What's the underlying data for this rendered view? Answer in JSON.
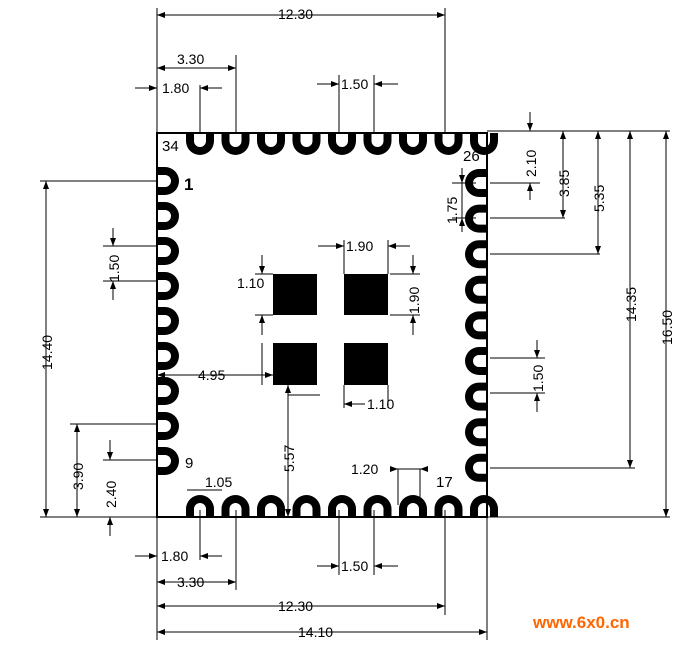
{
  "dimensions": {
    "top_width": "12.30",
    "top_offset_330": "3.30",
    "top_offset_180": "1.80",
    "top_pitch": "1.50",
    "right_210": "2.10",
    "right_385": "3.85",
    "right_535": "5.35",
    "right_1435": "14.35",
    "right_1650": "16.50",
    "right_175": "1.75",
    "right_pitch": "1.50",
    "left_pitch": "1.50",
    "left_1440": "14.40",
    "left_390": "3.90",
    "left_240": "2.40",
    "pad_190_w": "1.90",
    "pad_190_h": "1.90",
    "pad_110_left": "1.10",
    "pad_110_bottom": "1.10",
    "pad_495": "4.95",
    "pad_557": "5.57",
    "bottom_105": "1.05",
    "bottom_120": "1.20",
    "bottom_180": "1.80",
    "bottom_330": "3.30",
    "bottom_pitch": "1.50",
    "bottom_width_1230": "12.30",
    "bottom_width_1410": "14.10"
  },
  "pins": {
    "p34": "34",
    "p26": "26",
    "p1": "1",
    "p9": "9",
    "p17": "17"
  },
  "watermark": {
    "text": "www.6x0.cn",
    "color": "#ff6600"
  }
}
